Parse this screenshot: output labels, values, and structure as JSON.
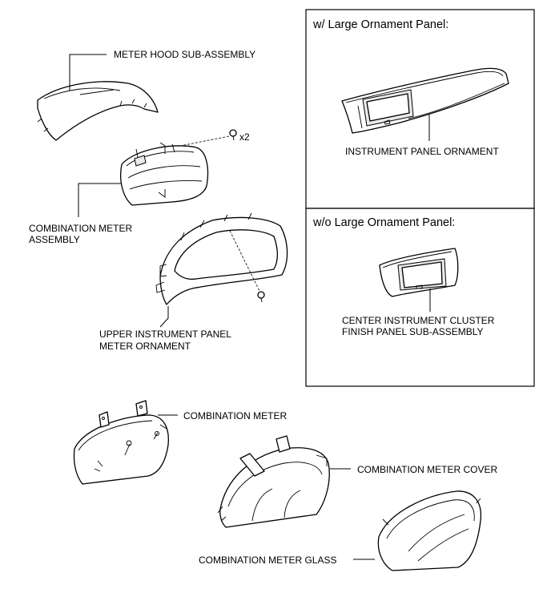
{
  "labels": {
    "meter_hood": "METER HOOD SUB-ASSEMBLY",
    "screw_qty": "x2",
    "combination_meter_assembly_1": "COMBINATION METER",
    "combination_meter_assembly_2": "ASSEMBLY",
    "upper_panel_1": "UPPER INSTRUMENT PANEL",
    "upper_panel_2": "METER ORNAMENT",
    "combination_meter": "COMBINATION METER",
    "combination_meter_cover": "COMBINATION METER COVER",
    "combination_meter_glass": "COMBINATION METER GLASS"
  },
  "boxes": {
    "large_title": "w/ Large Ornament Panel:",
    "large_part": "INSTRUMENT PANEL ORNAMENT",
    "small_title": "w/o Large Ornament Panel:",
    "small_part_1": "CENTER INSTRUMENT CLUSTER",
    "small_part_2": "FINISH PANEL SUB-ASSEMBLY"
  }
}
